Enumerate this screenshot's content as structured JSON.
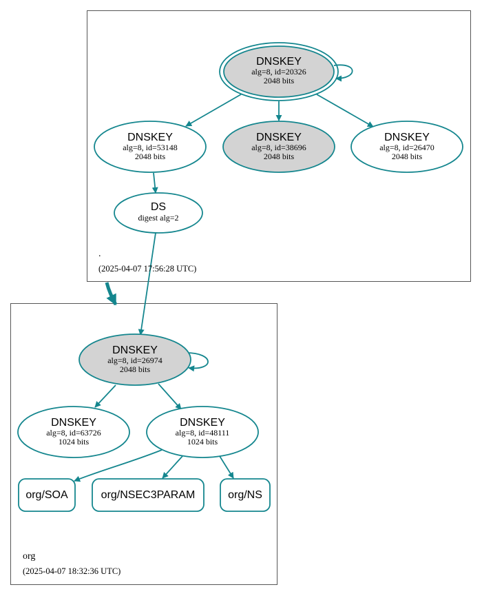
{
  "zones": {
    "root": {
      "name": ".",
      "timestamp": "(2025-04-07 17:56:28 UTC)"
    },
    "org": {
      "name": "org",
      "timestamp": "(2025-04-07 18:32:36 UTC)"
    }
  },
  "nodes": {
    "root_ksk": {
      "title": "DNSKEY",
      "line1": "alg=8, id=20326",
      "line2": "2048 bits"
    },
    "root_zsk1": {
      "title": "DNSKEY",
      "line1": "alg=8, id=53148",
      "line2": "2048 bits"
    },
    "root_zsk2": {
      "title": "DNSKEY",
      "line1": "alg=8, id=38696",
      "line2": "2048 bits"
    },
    "root_zsk3": {
      "title": "DNSKEY",
      "line1": "alg=8, id=26470",
      "line2": "2048 bits"
    },
    "org_ds": {
      "title": "DS",
      "line1": "digest alg=2"
    },
    "org_ksk": {
      "title": "DNSKEY",
      "line1": "alg=8, id=26974",
      "line2": "2048 bits"
    },
    "org_zsk1": {
      "title": "DNSKEY",
      "line1": "alg=8, id=63726",
      "line2": "1024 bits"
    },
    "org_zsk2": {
      "title": "DNSKEY",
      "line1": "alg=8, id=48111",
      "line2": "1024 bits"
    },
    "org_soa": {
      "title": "org/SOA"
    },
    "org_nsec3param": {
      "title": "org/NSEC3PARAM"
    },
    "org_ns": {
      "title": "org/NS"
    }
  },
  "colors": {
    "edge": "#14868e",
    "trust_anchor_fill": "#d3d3d3",
    "node_fill": "#ffffff",
    "zone_border": "#555555"
  }
}
